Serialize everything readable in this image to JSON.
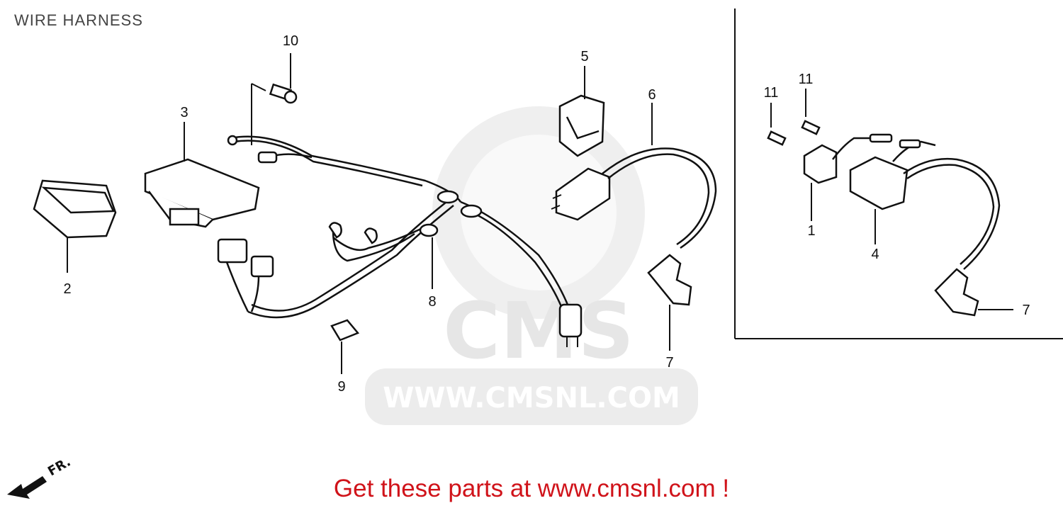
{
  "title": "WIRE HARNESS",
  "watermark": {
    "logo_text": "CMS",
    "url_text": "WWW.CMSNL.COM"
  },
  "front_indicator": "FR.",
  "callouts": {
    "c1": "1",
    "c2": "2",
    "c3": "3",
    "c4": "4",
    "c5": "5",
    "c6": "6",
    "c7a": "7",
    "c7b": "7",
    "c8": "8",
    "c9": "9",
    "c10": "10",
    "c11a": "11",
    "c11b": "11"
  },
  "footer_link": "Get these parts at www.cmsnl.com !",
  "colors": {
    "footer": "#d0131a",
    "line": "#111111",
    "watermark": "#dcdcdc"
  }
}
